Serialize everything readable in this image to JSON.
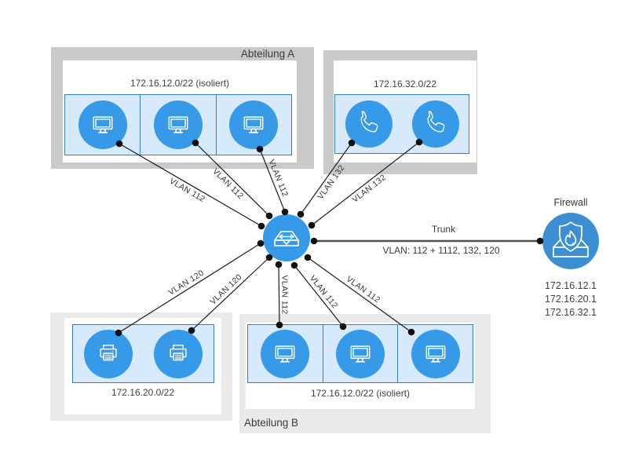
{
  "colors": {
    "node_blue": "#369ae8",
    "firewall_blue": "#3c8fd2",
    "strip_fill": "#d7eafb",
    "strip_border": "#2e80c0",
    "box_gray_dark": "#c9c9c9",
    "box_gray_light": "#eaeaea",
    "edge_line": "#1c1c1c"
  },
  "icons": {
    "computer": "monitor-icon",
    "phone": "phone-handset-icon",
    "printer": "printer-icon",
    "switch": "network-switch-icon",
    "firewall": "firewall-shield-flame-icon"
  },
  "groups": {
    "abteilung_a": {
      "title": "Abteilung A",
      "subnet": "172.16.12.0/22 (isoliert)"
    },
    "voip": {
      "subnet": "172.16.32.0/22"
    },
    "printers": {
      "subnet": "172.16.20.0/22"
    },
    "abteilung_b": {
      "title": "Abteilung B",
      "subnet": "172.16.12.0/22 (isoliert)"
    }
  },
  "firewall": {
    "title": "Firewall",
    "ips": [
      "172.16.12.1",
      "172.16.20.1",
      "172.16.32.1"
    ]
  },
  "trunk": {
    "label": "Trunk",
    "vlans_label": "VLAN: 112 + 1112, 132, 120"
  },
  "edge_labels": {
    "a1": "VLAN 112",
    "a2": "VLAN 112",
    "a3": "VLAN 112",
    "voip1": "VLAN 132",
    "voip2": "VLAN 132",
    "printer1": "VLAN 120",
    "printer2": "VLAN 120",
    "b1": "VLAN 112",
    "b2": "VLAN 112",
    "b3": "VLAN 112"
  }
}
